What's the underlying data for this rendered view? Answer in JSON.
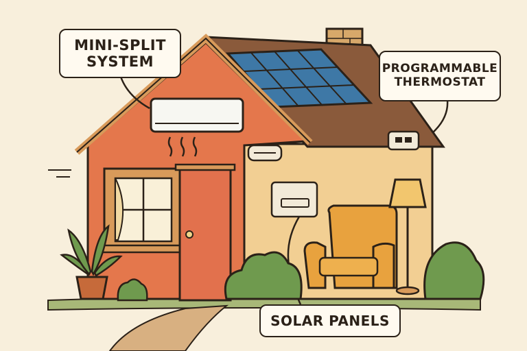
{
  "labels": {
    "mini_split": {
      "line1": "MINI-SPLIT",
      "line2": "SYSTEM"
    },
    "thermostat": {
      "line1": "PROGRAMMABLE",
      "line2": "THERMOSTAT"
    },
    "solar": {
      "line1": "SOLAR PANELS"
    }
  },
  "colors": {
    "background": "#f8efdc",
    "wall_orange": "#e4774c",
    "wall_beige": "#f2cf93",
    "roof_brown": "#8a5a3b",
    "solar_blue": "#3e78a6",
    "grass_green": "#6f9a4e",
    "outline": "#2b2118"
  },
  "icons": [
    "mini-split-unit-icon",
    "solar-panel-icon",
    "thermostat-icon",
    "armchair-icon",
    "floor-lamp-icon",
    "potted-plant-icon",
    "door-icon",
    "window-icon",
    "chimney-icon"
  ]
}
